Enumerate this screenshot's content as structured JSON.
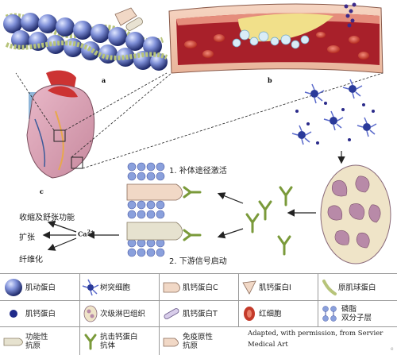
{
  "panel_labels": {
    "a": "a",
    "b": "b",
    "c": "c"
  },
  "pathway": {
    "step1": "1. 补体途径激活",
    "step2": "2. 下游信号启动",
    "ca": "Ca",
    "ca_sup": "2+",
    "outcomes": [
      "收缩及舒张功能",
      "扩张",
      "纤维化"
    ]
  },
  "legend": {
    "items": [
      {
        "icon": "myosin-sphere-icon",
        "label": "肌动蛋白"
      },
      {
        "icon": "dendritic-cell-icon",
        "label": "树突细胞"
      },
      {
        "icon": "calponin-c-icon",
        "label": "肌钙蛋白C"
      },
      {
        "icon": "troponin-i-icon",
        "label": "肌钙蛋白I"
      },
      {
        "icon": "tropomyosin-icon",
        "label": "原肌球蛋白"
      },
      {
        "icon": "troponin-dot-icon",
        "label": "肌钙蛋白"
      },
      {
        "icon": "lymph-node-icon",
        "label": "次级淋巴组织"
      },
      {
        "icon": "troponin-t-icon",
        "label": "肌钙蛋白T"
      },
      {
        "icon": "red-cell-icon",
        "label": "红细胞"
      },
      {
        "icon": "phospholipid-bilayer-icon",
        "label": "磷脂\n双分子层"
      },
      {
        "icon": "functional-antigen-icon",
        "label": "功能性\n抗原"
      },
      {
        "icon": "antibody-icon",
        "label": "抗击钙蛋白\n抗体"
      },
      {
        "icon": "immunogenic-antigen-icon",
        "label": "免疫原性\n抗原"
      }
    ],
    "credit": "Adapted, with permission, from Servier Medical Art"
  },
  "corner_mark": "e"
}
